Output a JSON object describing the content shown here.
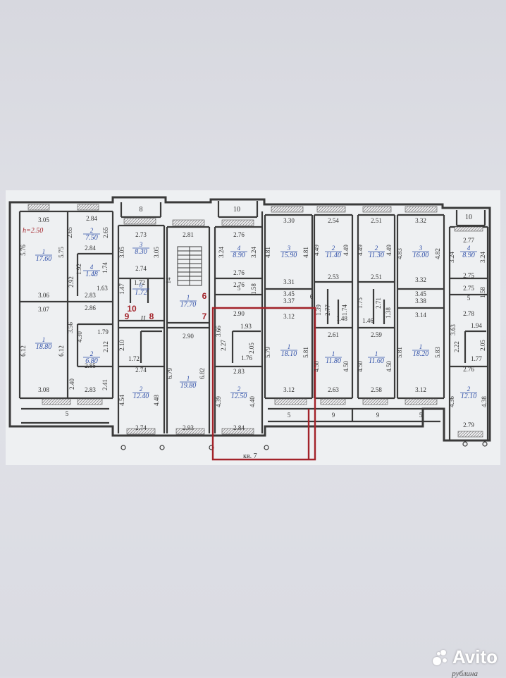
{
  "plan": {
    "height_note": "h=2.50",
    "apartment_label": "кв. 7",
    "section_numbers": [
      {
        "label": "8"
      },
      {
        "label": "10"
      },
      {
        "label": "10"
      }
    ],
    "red_labels": [
      "10",
      "9",
      "8",
      "6",
      "7"
    ],
    "roman_label": "II",
    "colors": {
      "wall": "#3a3a3a",
      "dim": "#333333",
      "room": "#2f4fa8",
      "highlight": "#a3232a"
    }
  },
  "rooms": [
    {
      "num": "1",
      "area": "17.60"
    },
    {
      "num": "2",
      "area": "7.50"
    },
    {
      "num": "4",
      "area": "1.48"
    },
    {
      "num": "1",
      "area": "18.80"
    },
    {
      "num": "2",
      "area": "6.80"
    },
    {
      "num": "3",
      "area": "8.30"
    },
    {
      "num": "6",
      "area": "1.72"
    },
    {
      "num": "2",
      "area": "12.40"
    },
    {
      "num": "1",
      "area": "17.70"
    },
    {
      "num": "1",
      "area": "19.80"
    },
    {
      "num": "4",
      "area": "8.90"
    },
    {
      "num": "2",
      "area": "12.50"
    },
    {
      "num": "3",
      "area": "15.90"
    },
    {
      "num": "1",
      "area": "18.10"
    },
    {
      "num": "2",
      "area": "11.40"
    },
    {
      "num": "1",
      "area": "11.80"
    },
    {
      "num": "2",
      "area": "11.30"
    },
    {
      "num": "1",
      "area": "11.60"
    },
    {
      "num": "3",
      "area": "16.00"
    },
    {
      "num": "1",
      "area": "18.20"
    },
    {
      "num": "4",
      "area": "8.90"
    },
    {
      "num": "2",
      "area": "12.10"
    }
  ],
  "dims": [
    "3.05",
    "2.84",
    "5.76",
    "5.75",
    "2.65",
    "2.65",
    "2.84",
    "1.92",
    "1.74",
    "2.92",
    "1.63",
    "3.06",
    "2.83",
    "3.07",
    "2.86",
    "6.12",
    "6.12",
    "3.56",
    "4.30",
    "1.79",
    "2.12",
    "2.85",
    "2.40",
    "2.41",
    "3.08",
    "2.83",
    "5",
    "2.73",
    "3.05",
    "3.05",
    "2.74",
    "1.47",
    "1.72",
    "2.10",
    "1.72",
    "2.74",
    "4.54",
    "4.48",
    "2.74",
    "2.81",
    "14",
    "2.90",
    "6.79",
    "6.82",
    "2.93",
    "2.76",
    "3.24",
    "3.24",
    "2.76",
    "5",
    "1.58",
    "2.76",
    "2.90",
    "3.66",
    "1.93",
    "2.27",
    "2.05",
    "1.76",
    "2.83",
    "4.39",
    "4.40",
    "2.84",
    "3.30",
    "4.81",
    "4.81",
    "3.31",
    "3.45",
    "3.37",
    "3.12",
    "5.79",
    "5.81",
    "3.12",
    "5",
    "2.54",
    "4.49",
    "4.49",
    "2.53",
    "6",
    "1.39",
    "2.77",
    "1.74",
    "1.48",
    "2.61",
    "4.50",
    "4.50",
    "2.63",
    "9",
    "2.51",
    "4.49",
    "4.49",
    "2.51",
    "1.75",
    "2.71",
    "1.38",
    "1.46",
    "2.59",
    "4.50",
    "4.50",
    "2.58",
    "9",
    "3.32",
    "4.83",
    "4.82",
    "3.32",
    "3.45",
    "3.38",
    "3.14",
    "5.81",
    "5.83",
    "3.12",
    "5",
    "2.77",
    "3.24",
    "3.24",
    "2.75",
    "5",
    "1.58",
    "2.75",
    "2.78",
    "3.63",
    "1.94",
    "2.22",
    "2.05",
    "1.77",
    "2.76",
    "4.36",
    "4.38",
    "2.79"
  ],
  "watermark": {
    "text": "Avito"
  },
  "edge_text": "рублина"
}
